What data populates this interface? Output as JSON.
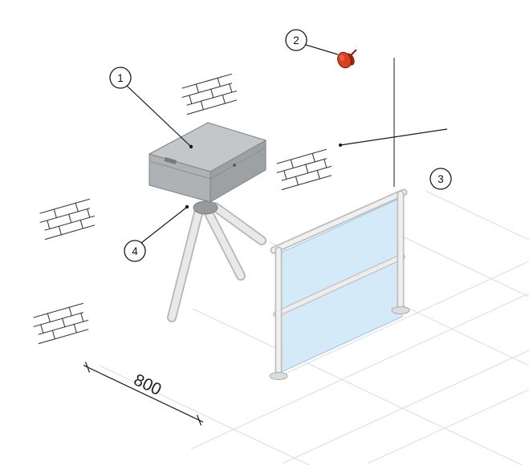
{
  "diagram": {
    "type": "isometric-installation-diagram",
    "callouts": [
      {
        "label": "1",
        "target": "turnstile-housing"
      },
      {
        "label": "2",
        "target": "emergency-stop-button"
      },
      {
        "label": "3",
        "target": "glass-guide-barrier"
      },
      {
        "label": "4",
        "target": "turnstile-underside-mechanism"
      }
    ],
    "dimension": {
      "value": "800"
    },
    "colors": {
      "outline": "#1a1a1a",
      "housing_top": "#c3c7c9",
      "housing_front": "#aeb2b4",
      "housing_side": "#9da1a3",
      "hub": "#969a9c",
      "arm": "#e9e9e9",
      "frame_tube": "#f0f0f0",
      "glass": "#cfe7f8",
      "button_red": "#d8401f",
      "button_back": "#9e2012",
      "button_rim": "#7a150c",
      "floor_grid": "#dcdcdc",
      "brick": "#3c3c3c"
    }
  }
}
